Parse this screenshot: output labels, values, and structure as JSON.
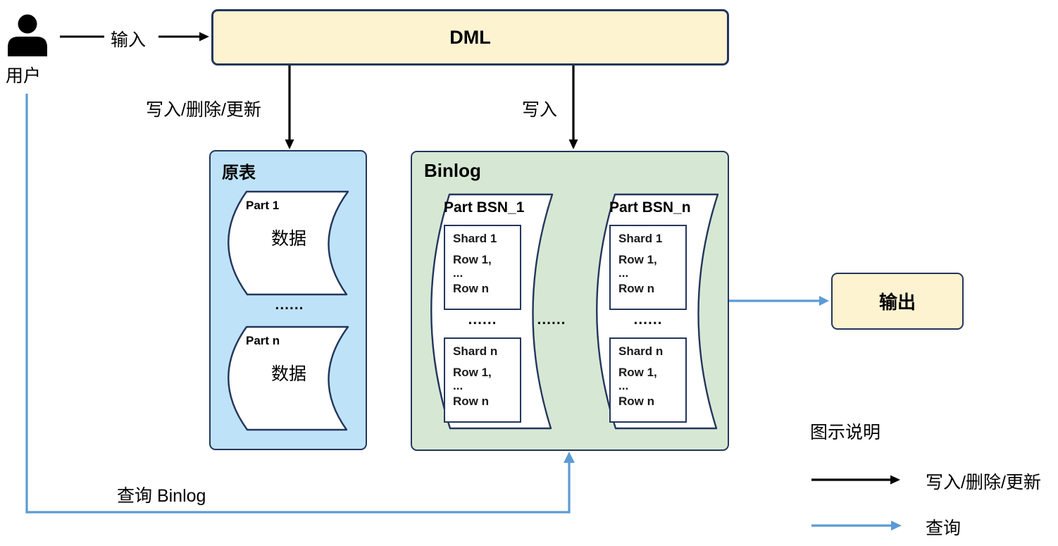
{
  "user": {
    "label": "用户"
  },
  "labels": {
    "input": "输入",
    "write_delete_update": "写入/删除/更新",
    "write": "写入",
    "query_binlog": "查询 Binlog"
  },
  "dml_box": {
    "label": "DML"
  },
  "output_box": {
    "label": "输出"
  },
  "source_table": {
    "title": "原表",
    "dots": "......",
    "parts": [
      {
        "title": "Part 1",
        "content": "数据"
      },
      {
        "title": "Part n",
        "content": "数据"
      }
    ]
  },
  "binlog": {
    "title": "Binlog",
    "dots": "......",
    "parts": [
      {
        "title": "Part BSN_1",
        "dots": "......",
        "shards": [
          {
            "lines": [
              "Shard 1",
              "Row 1,",
              "...",
              "Row n"
            ]
          },
          {
            "lines": [
              "Shard n",
              "Row 1,",
              "...",
              "Row n"
            ]
          }
        ]
      },
      {
        "title": "Part BSN_n",
        "dots": "......",
        "shards": [
          {
            "lines": [
              "Shard 1",
              "Row 1,",
              "...",
              "Row n"
            ]
          },
          {
            "lines": [
              "Shard n",
              "Row 1,",
              "...",
              "Row n"
            ]
          }
        ]
      }
    ]
  },
  "legend": {
    "title": "图示说明",
    "items": [
      {
        "label": "写入/删除/更新",
        "arrow_color": "#000000"
      },
      {
        "label": "查询",
        "arrow_color": "#5b9bd5"
      }
    ]
  },
  "colors": {
    "yellow_fill": "#fdf3d0",
    "blue_fill": "#bee3f8",
    "green_fill": "#d6e8d4",
    "navy_border": "#24365c",
    "black_arrow": "#000000",
    "blue_arrow": "#5b9bd5"
  }
}
